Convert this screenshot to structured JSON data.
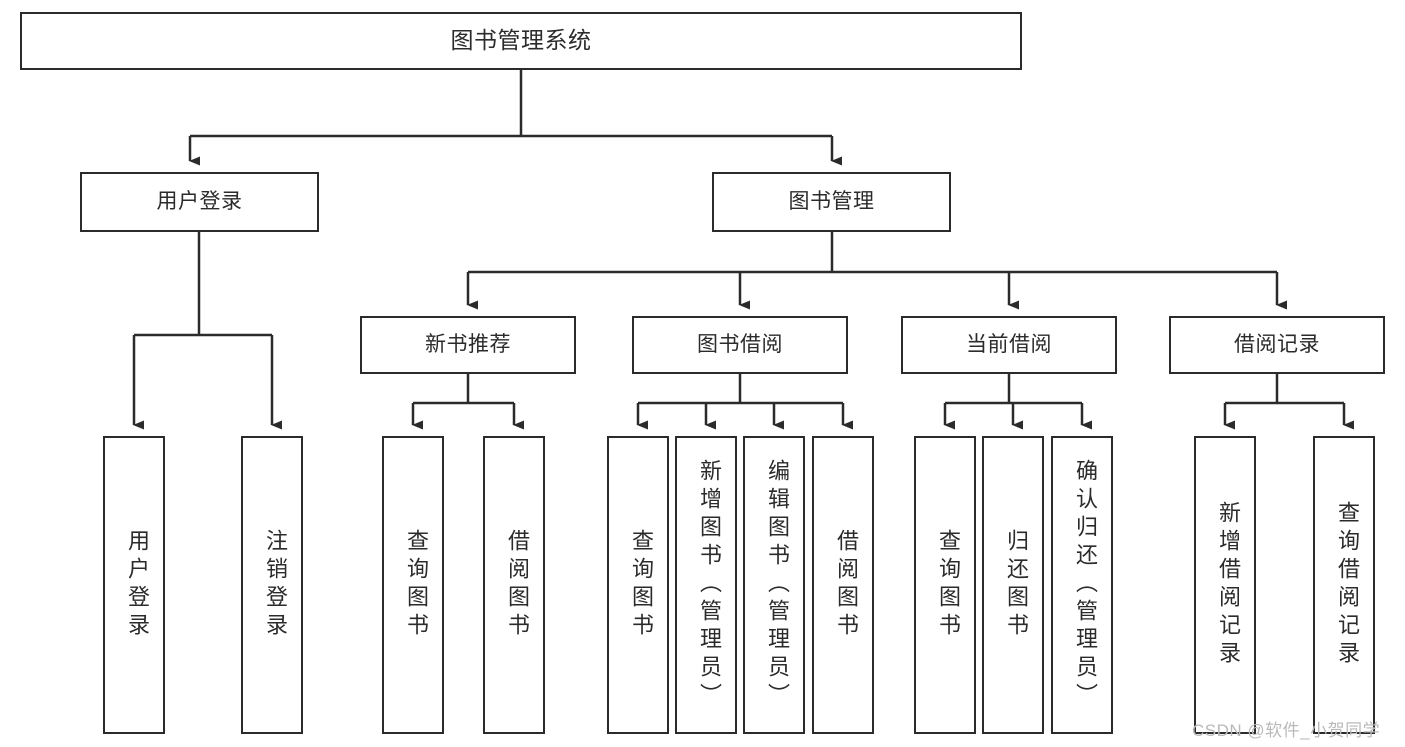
{
  "diagram": {
    "title": "图书管理系统",
    "type": "tree-hierarchy-chart",
    "watermark": "CSDN @软件_小贺同学",
    "colors": {
      "box_border": "#2b2b2b",
      "box_fill": "#ffffff",
      "text": "#2b2b2b",
      "connector": "#2b2b2b",
      "watermark": "#b9b9b9",
      "background": "#ffffff"
    },
    "root": {
      "label": "图书管理系统"
    },
    "level2": [
      {
        "label": "用户登录"
      },
      {
        "label": "图书管理"
      }
    ],
    "level3": [
      {
        "label": "新书推荐"
      },
      {
        "label": "图书借阅"
      },
      {
        "label": "当前借阅"
      },
      {
        "label": "借阅记录"
      }
    ],
    "leaves": {
      "user_login": [
        {
          "label": "用户登录"
        },
        {
          "label": "注销登录"
        }
      ],
      "new_book_recommend": [
        {
          "label": "查询图书"
        },
        {
          "label": "借阅图书"
        }
      ],
      "book_borrow": [
        {
          "label": "查询图书"
        },
        {
          "label": "新增图书（管理员）"
        },
        {
          "label": "编辑图书（管理员）"
        },
        {
          "label": "借阅图书"
        }
      ],
      "current_borrow": [
        {
          "label": "查询图书"
        },
        {
          "label": "归还图书"
        },
        {
          "label": "确认归还（管理员）"
        }
      ],
      "borrow_record": [
        {
          "label": "新增借阅记录"
        },
        {
          "label": "查询借阅记录"
        }
      ]
    }
  }
}
